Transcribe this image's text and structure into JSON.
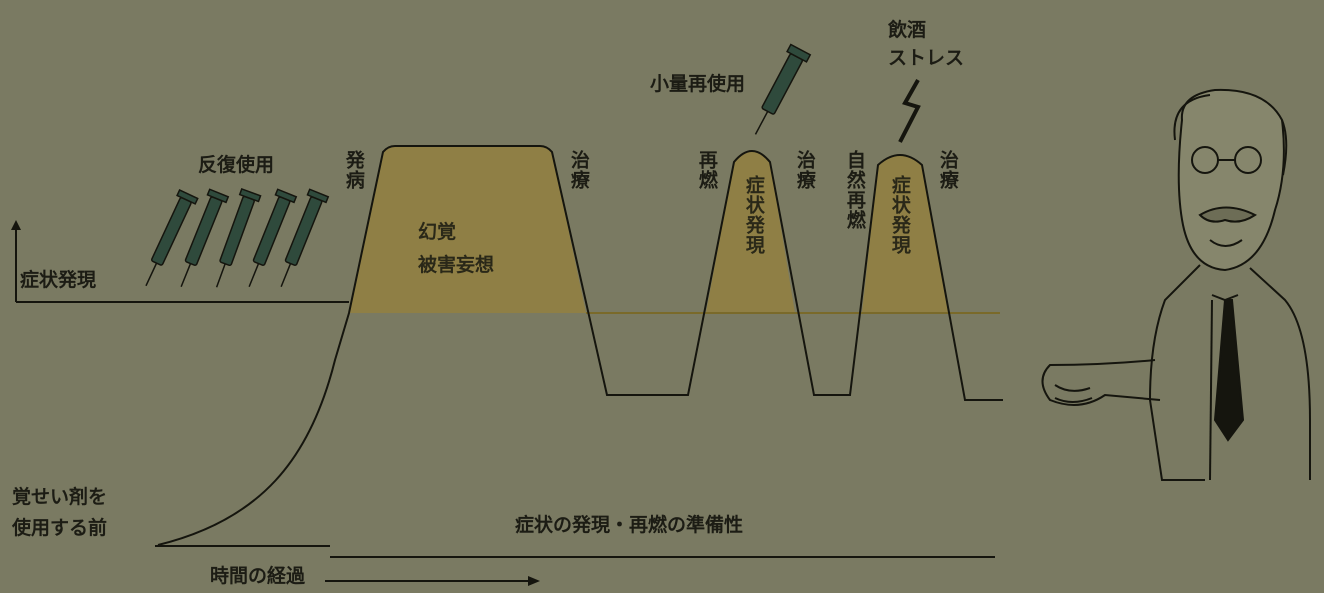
{
  "diagram": {
    "labels": {
      "repeated_use": "反復使用",
      "symptom_level": "症状発現",
      "onset": "発病",
      "hallucination": "幻覚",
      "persecutory": "被害妄想",
      "treatment": "治療",
      "relapse": "再燃",
      "symptom_expression": "症状発現",
      "small_reuse": "小量再使用",
      "spontaneous_relapse": "自然再燃",
      "drinking": "飲酒",
      "stress": "ストレス",
      "before_use_line1": "覚せい剤を",
      "before_use_line2": "使用する前",
      "readiness": "症状の発現・再燃の準備性",
      "time_axis": "時間の経過"
    },
    "colors": {
      "background": "#7a7a62",
      "fill": "#8f7f45",
      "line": "#15150e",
      "syringe": "#2f4a3c"
    }
  }
}
